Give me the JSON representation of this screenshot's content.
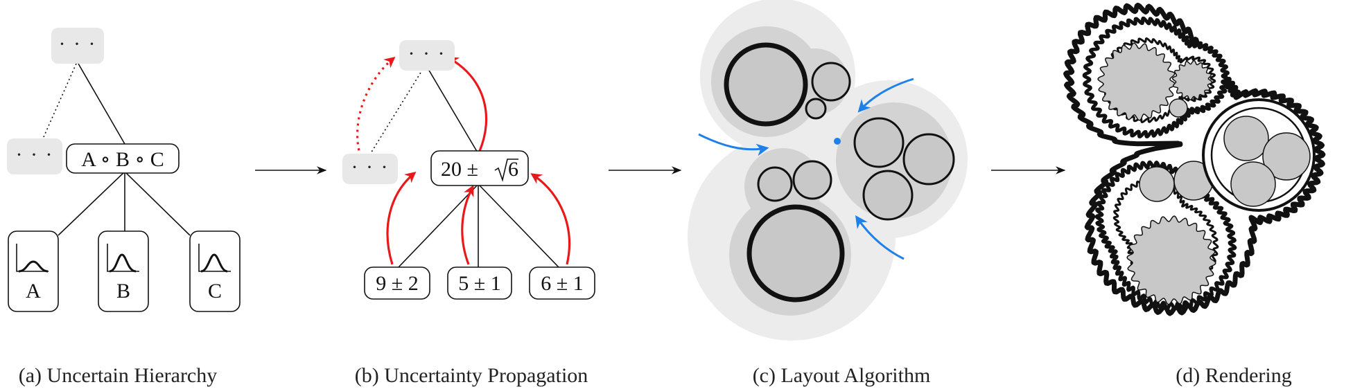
{
  "panels": {
    "a": {
      "caption": "(a) Uncertain Hierarchy",
      "ellipsis_top": "· · ·",
      "ellipsis_left": "· · ·",
      "root_label": "A ∘ B ∘ C",
      "leaves": [
        "A",
        "B",
        "C"
      ]
    },
    "b": {
      "caption": "(b) Uncertainty Propagation",
      "ellipsis_top": "· · ·",
      "ellipsis_left": "· · ·",
      "root_label_prefix": "20 ± ",
      "root_label_radicand": "6",
      "leaves": [
        "9 ± 2",
        "5 ± 1",
        "6 ± 1"
      ]
    },
    "c": {
      "caption": "(c) Layout Algorithm"
    },
    "d": {
      "caption": "(d) Rendering"
    }
  },
  "colors": {
    "propagation_arrow": "#e8191b",
    "layout_arrow": "#1e80e8",
    "circle_fill": "#c8c8c8",
    "halo_outer": "#ececec",
    "halo_inner": "#d3d3d3",
    "placeholder_box": "#e8e8e8"
  }
}
